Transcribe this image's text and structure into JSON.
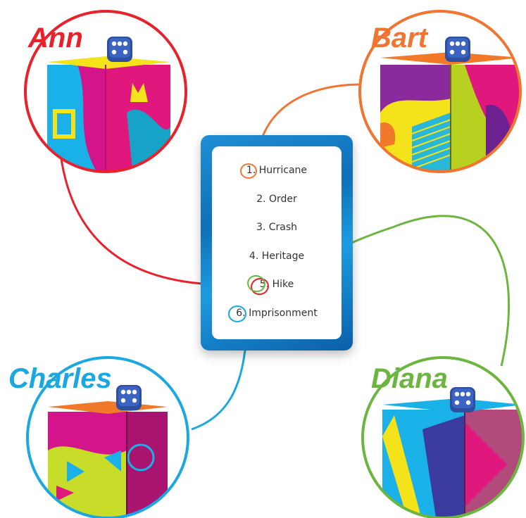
{
  "players": [
    {
      "id": "ann",
      "name": "Ann",
      "color": "#e8222d"
    },
    {
      "id": "bart",
      "name": "Bart",
      "color": "#ef7530"
    },
    {
      "id": "charles",
      "name": "Charles",
      "color": "#1aa7e2"
    },
    {
      "id": "diana",
      "name": "Diana",
      "color": "#6cb640"
    }
  ],
  "card": {
    "words": [
      "1. Hurricane",
      "2. Order",
      "3. Crash",
      "4. Heritage",
      "5. Hike",
      "6. Imprisonment"
    ]
  },
  "choices": {
    "ann": "5. Hike",
    "bart": "1. Hurricane",
    "charles": "6. Imprisonment",
    "diana": "5. Hike"
  }
}
